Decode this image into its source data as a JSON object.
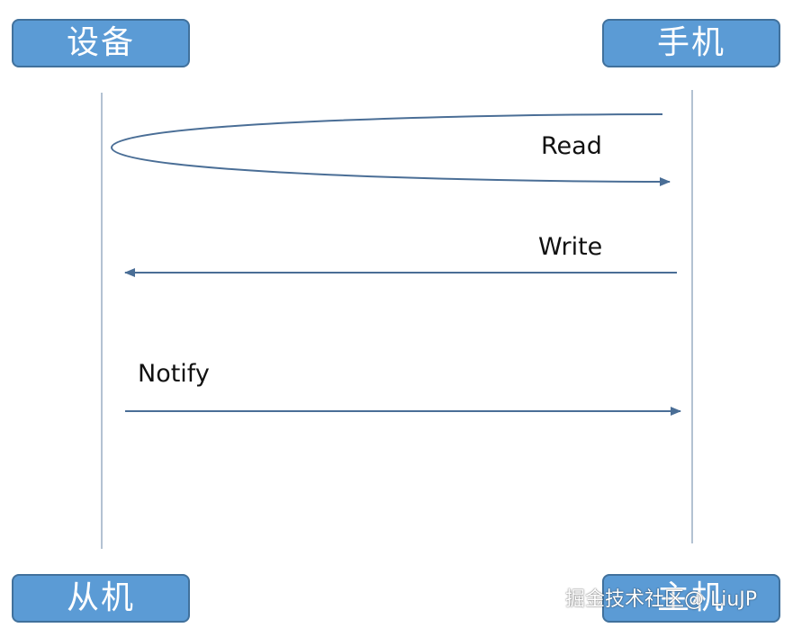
{
  "actors": {
    "top_left": "设备",
    "top_right": "手机",
    "bottom_left": "从机",
    "bottom_right": "主机"
  },
  "messages": {
    "read": "Read",
    "write": "Write",
    "notify": "Notify"
  },
  "watermark": "掘金技术社区@ LiuJP",
  "colors": {
    "box_fill": "#5b9bd5",
    "box_border": "#41719c",
    "arrow": "#4a6e96",
    "lifeline": "#9aaec4"
  }
}
